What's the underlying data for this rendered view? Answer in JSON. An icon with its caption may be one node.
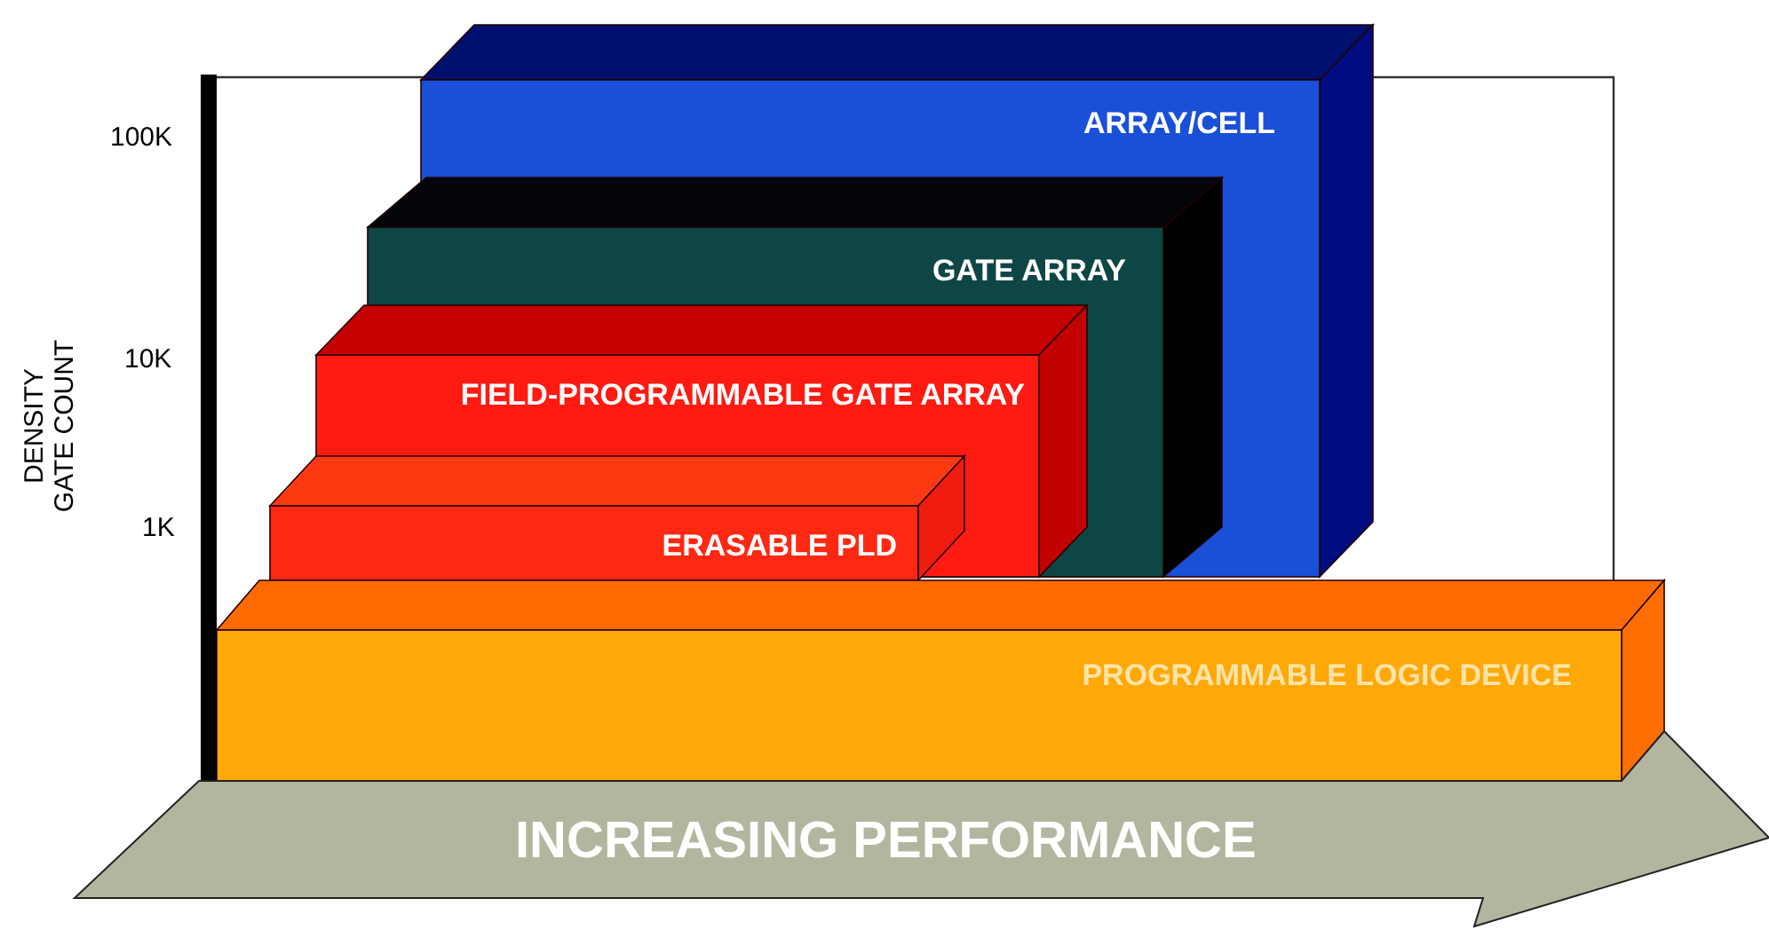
{
  "diagram": {
    "nodes": [
      {
        "text": [
          "ARRAY/CELL"
        ]
      },
      {
        "text": [
          "GATE ARRAY"
        ]
      },
      {
        "text": [
          "FIELD-PROGRAMMABLE GATE ARRAY"
        ]
      },
      {
        "text": [
          "ERASABLE PLD"
        ]
      },
      {
        "text": [
          "PROGRAMMABLE LOGIC DEVICE"
        ]
      },
      {
        "text": [
          "INCREASING PERFORMANCE"
        ]
      }
    ],
    "edges": [],
    "labels": [
      "100K",
      "10K",
      "1K",
      "DENSITY GATE COUNT"
    ]
  }
}
